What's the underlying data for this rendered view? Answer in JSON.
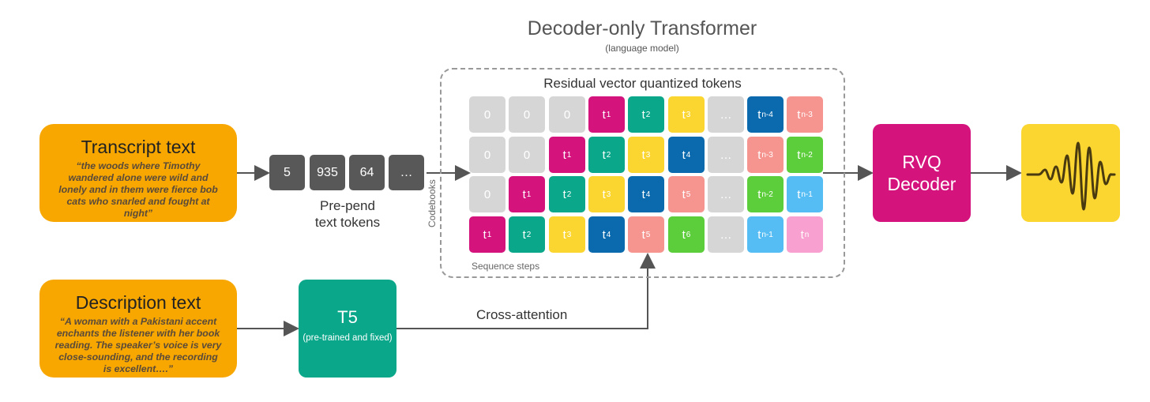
{
  "title": "Decoder-only Transformer",
  "subtitle": "(language model)",
  "transcript": {
    "title": "Transcript text",
    "quote": "“the woods where Timothy wandered alone were wild and lonely and in them were fierce bob cats who snarled and fought at night”"
  },
  "description": {
    "title": "Description text",
    "quote": "“A woman with a Pakistani accent enchants the listener with her book reading. The speaker’s voice is very close-sounding, and the recording is excellent….”"
  },
  "prepend": {
    "tokens": [
      "5",
      "935",
      "64",
      "…"
    ],
    "label_line1": "Pre-pend",
    "label_line2": "text tokens"
  },
  "grid": {
    "title": "Residual vector quantized tokens",
    "codebooks_label": "Codebooks",
    "steps_label": "Sequence steps",
    "rows": [
      [
        [
          "0",
          "gray"
        ],
        [
          "0",
          "gray"
        ],
        [
          "0",
          "gray"
        ],
        [
          "t|1",
          "magenta"
        ],
        [
          "t|2",
          "teal"
        ],
        [
          "t|3",
          "yellow"
        ],
        [
          "…",
          "gray"
        ],
        [
          "t|n-4",
          "blue"
        ],
        [
          "t|n-3",
          "salmon"
        ]
      ],
      [
        [
          "0",
          "gray"
        ],
        [
          "0",
          "gray"
        ],
        [
          "t|1",
          "magenta"
        ],
        [
          "t|2",
          "teal"
        ],
        [
          "t|3",
          "yellow"
        ],
        [
          "t|4",
          "blue"
        ],
        [
          "…",
          "gray"
        ],
        [
          "t|n-3",
          "salmon"
        ],
        [
          "t|n-2",
          "green"
        ]
      ],
      [
        [
          "0",
          "gray"
        ],
        [
          "t|1",
          "magenta"
        ],
        [
          "t|2",
          "teal"
        ],
        [
          "t|3",
          "yellow"
        ],
        [
          "t|4",
          "blue"
        ],
        [
          "t|5",
          "salmon"
        ],
        [
          "…",
          "gray"
        ],
        [
          "t|n-2",
          "green"
        ],
        [
          "t|n-1",
          "sky"
        ]
      ],
      [
        [
          "t|1",
          "magenta"
        ],
        [
          "t|2",
          "teal"
        ],
        [
          "t|3",
          "yellow"
        ],
        [
          "t|4",
          "blue"
        ],
        [
          "t|5",
          "salmon"
        ],
        [
          "t|6",
          "green"
        ],
        [
          "…",
          "gray"
        ],
        [
          "t|n-1",
          "sky"
        ],
        [
          "t|n",
          "pink"
        ]
      ]
    ]
  },
  "colors": {
    "gray": "#d6d6d6",
    "magenta": "#d4137d",
    "teal": "#0aa78a",
    "yellow": "#fbd630",
    "blue": "#0a6aad",
    "salmon": "#f6958f",
    "green": "#5ccd3b",
    "sky": "#56bdf4",
    "pink": "#f8a0cf",
    "orange": "#f7a700"
  },
  "decoder": {
    "line1": "RVQ",
    "line2": "Decoder"
  },
  "waveform_icon": "audio-waveform-icon",
  "t5": {
    "title": "T5",
    "sub": "(pre-trained and fixed)"
  },
  "cross_attention_label": "Cross-attention"
}
